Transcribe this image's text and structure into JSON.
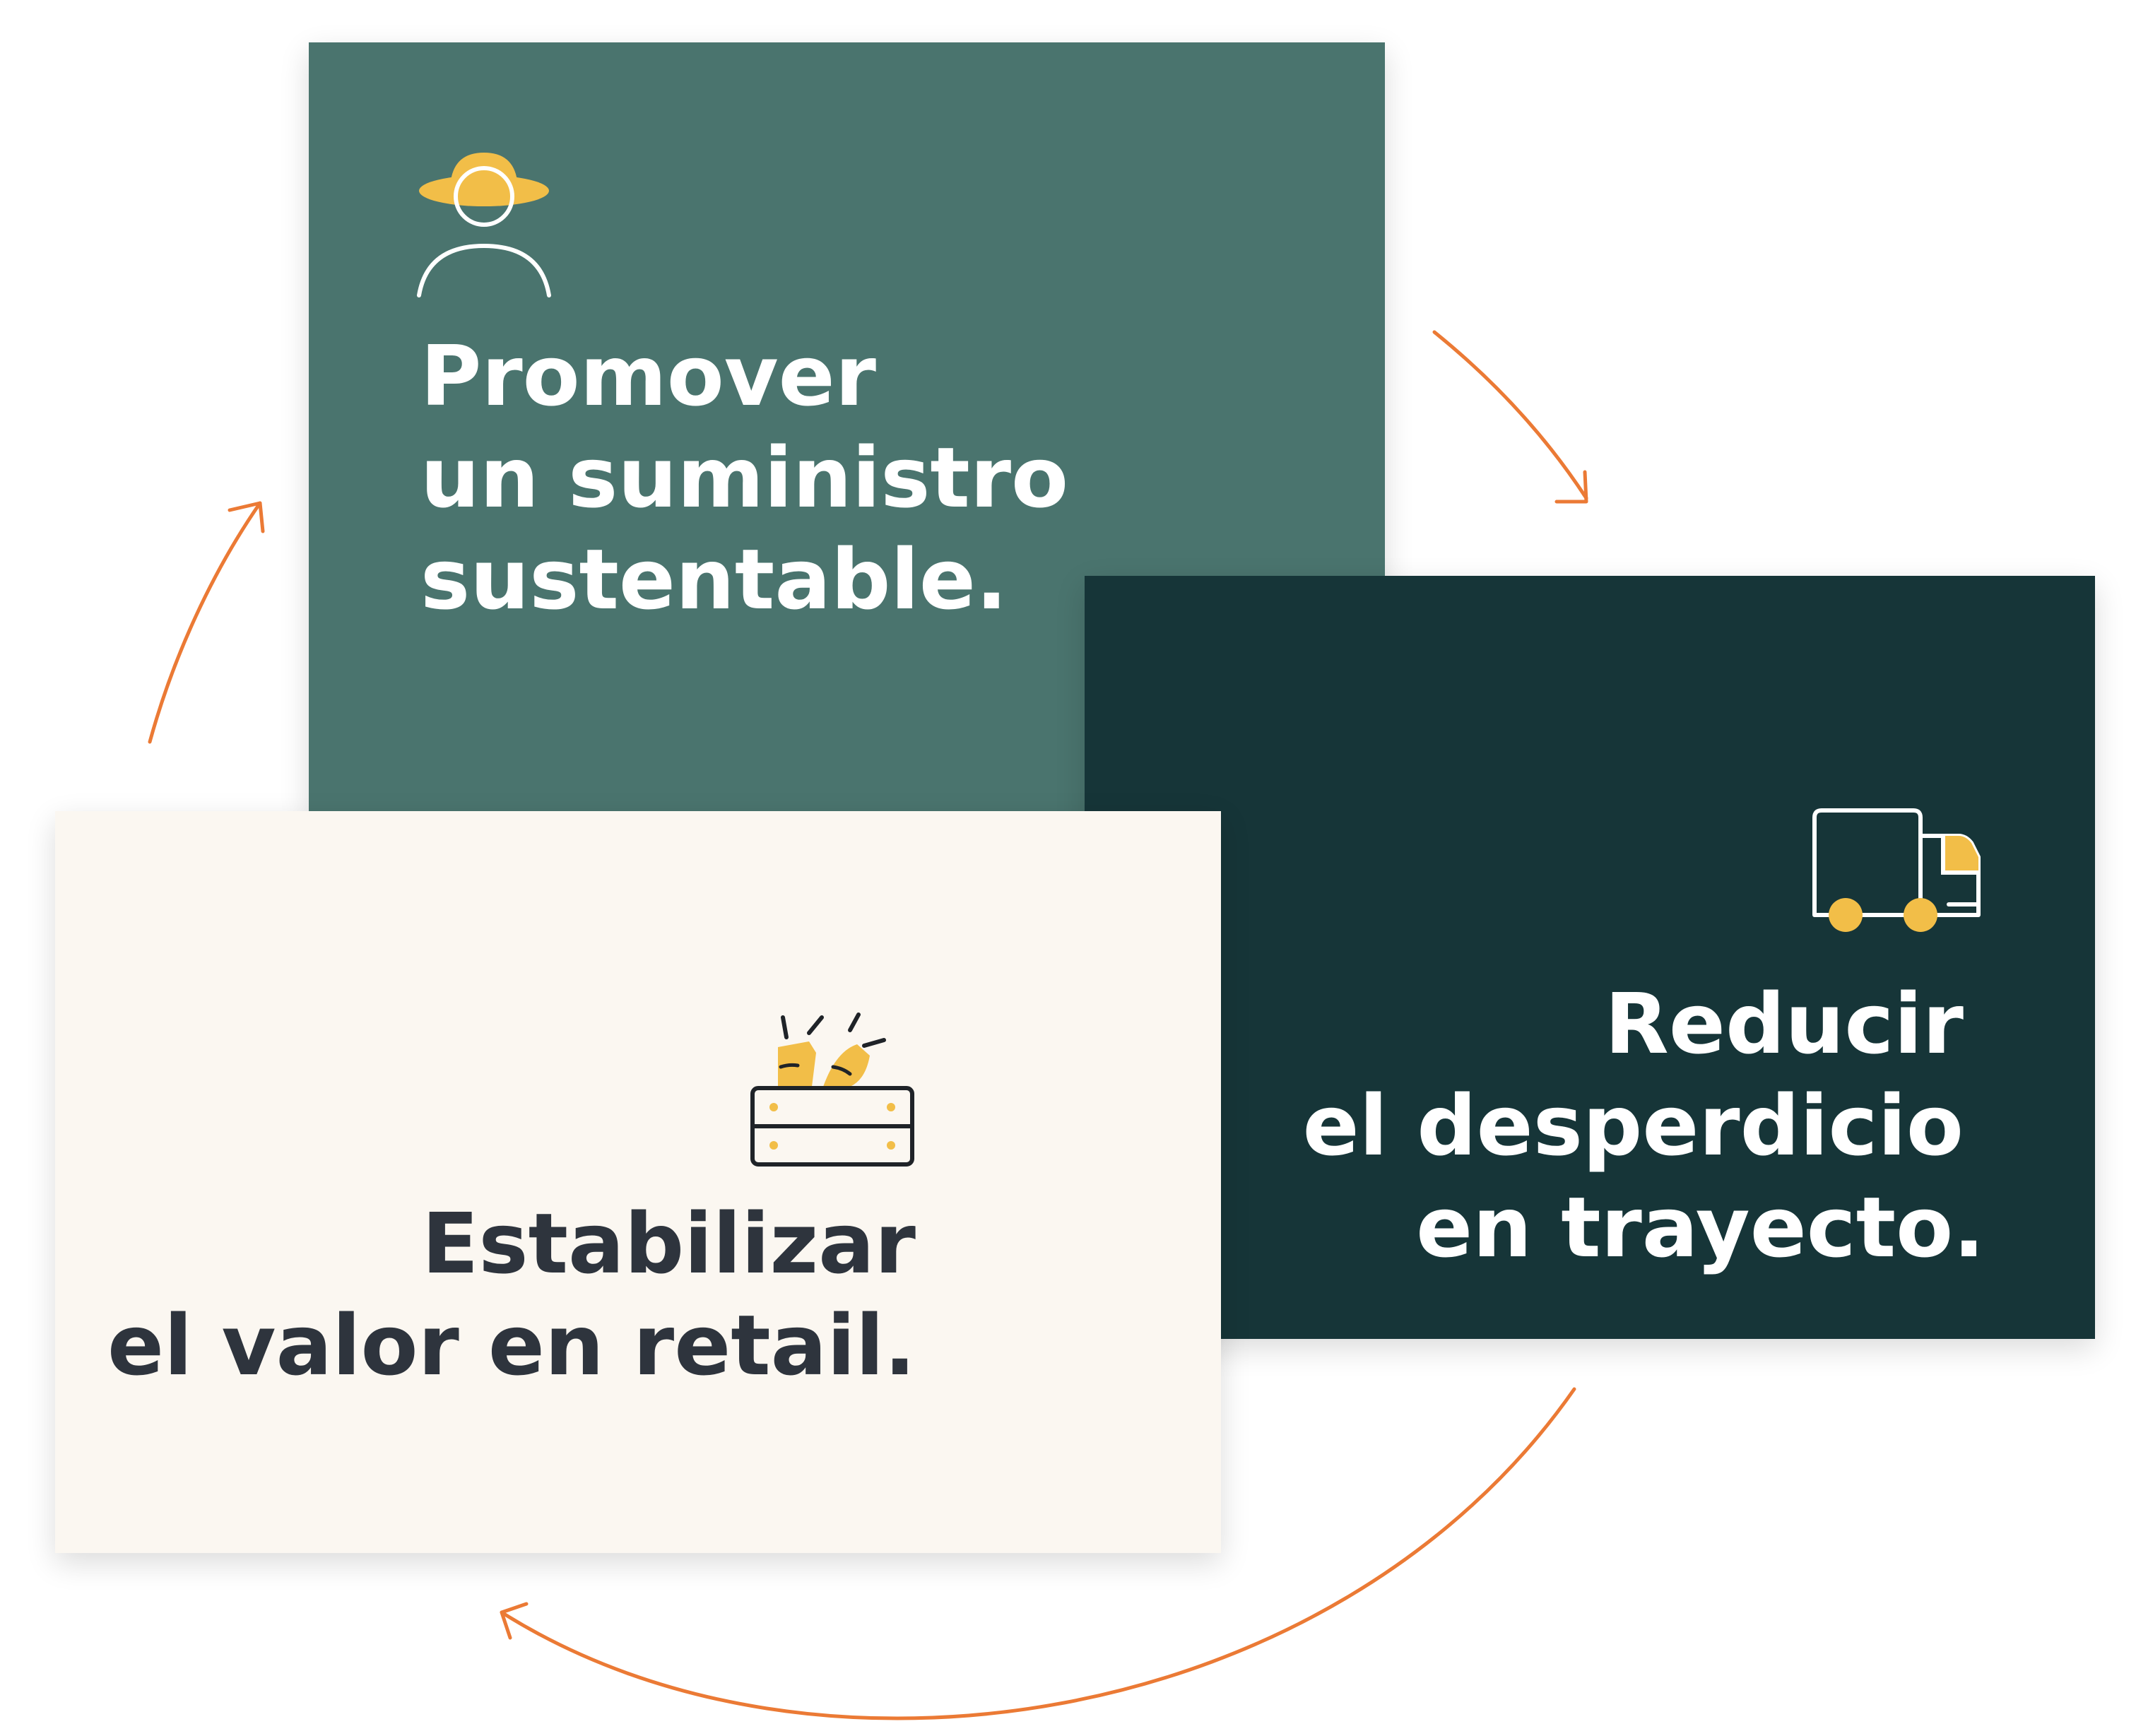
{
  "colors": {
    "supply_card_bg": "#4A746E",
    "waste_card_bg": "#163538",
    "retail_card_bg": "#FBF7F1",
    "light_text": "#FFFFFF",
    "dark_text": "#2E343D",
    "accent_yellow": "#F2BE48",
    "arrow_orange": "#EB7A35"
  },
  "cards": {
    "supply": {
      "icon": "farmer-hat-icon",
      "lines": [
        "Promover",
        "un suministro",
        "sustentable."
      ]
    },
    "waste": {
      "icon": "delivery-truck-icon",
      "lines": [
        "Reducir",
        "el desperdicio",
        "en trayecto."
      ]
    },
    "retail": {
      "icon": "vegetable-crate-icon",
      "lines": [
        "Estabilizar",
        "el valor en retail."
      ]
    }
  },
  "cycle": [
    "supply",
    "waste",
    "retail"
  ]
}
